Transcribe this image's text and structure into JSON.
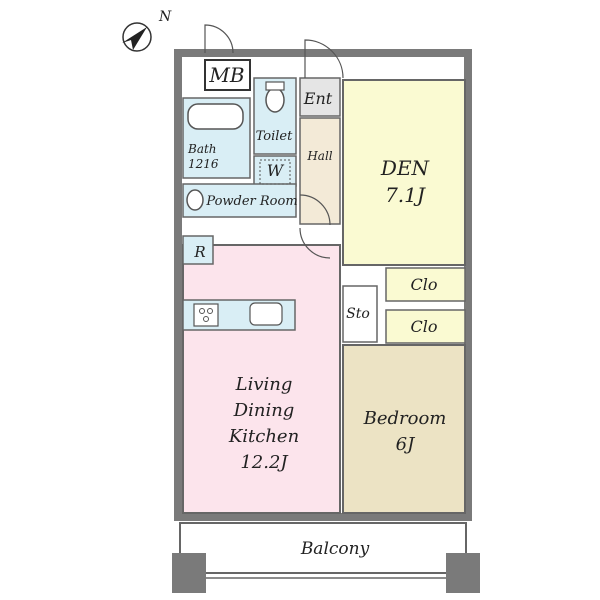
{
  "compass": {
    "north_label": "N"
  },
  "rooms": {
    "mb": {
      "label": "MB"
    },
    "entrance": {
      "label": "Ent"
    },
    "toilet": {
      "label": "Toilet"
    },
    "hall": {
      "label": "Hall"
    },
    "bath": {
      "label": "Bath",
      "size": "1216"
    },
    "washer": {
      "label": "W"
    },
    "powder": {
      "label": "Powder  Room"
    },
    "den": {
      "label": "DEN",
      "size": "7.1J"
    },
    "refrigerator": {
      "label": "R"
    },
    "closet_upper": {
      "label": "Clo"
    },
    "closet_lower": {
      "label": "Clo"
    },
    "storage": {
      "label": "Sto"
    },
    "ldk": {
      "line1": "Living",
      "line2": "Dining",
      "line3": "Kitchen",
      "size": "12.2J"
    },
    "bedroom": {
      "label": "Bedroom",
      "size": "6J"
    },
    "balcony": {
      "label": "Balcony"
    }
  },
  "colors": {
    "den": "#fafad2",
    "ldk": "#fce4ec",
    "bedroom": "#ece3c4",
    "wet": "#d9eef5",
    "closet": "#fafad2",
    "hall": "#f3ead7",
    "wall": "#7a7a7a",
    "entrance": "#e5e5e5"
  }
}
